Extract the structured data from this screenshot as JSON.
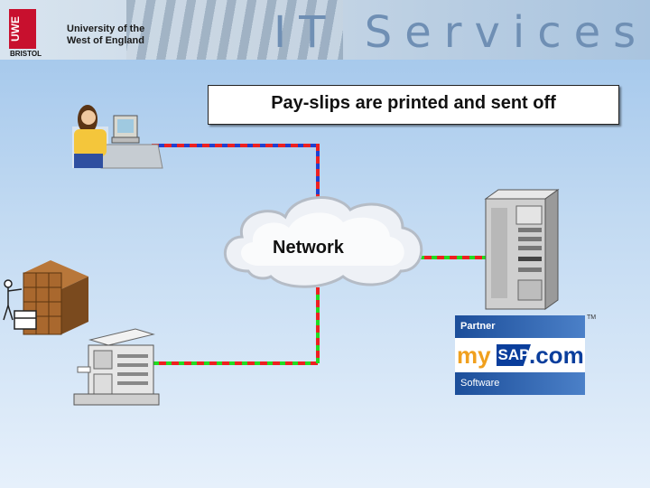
{
  "header": {
    "logo_text": "UWE",
    "logo_city": "BRISTOL",
    "university_line1": "University of the",
    "university_line2": "West of England",
    "title": "IT Services"
  },
  "caption": "Pay-slips are printed and sent off",
  "network_label": "Network",
  "sap_logo": {
    "top_band": "Partner",
    "my": "my",
    "sap": "SAP",
    "com": ".com",
    "bottom_band": "Software",
    "trademark": "TM"
  },
  "colors": {
    "cable_red": "#ee2020",
    "cable_blue": "#2040d0",
    "cable_green": "#20dd20",
    "header_title": "#6f8fb4",
    "logo_red": "#c8102e",
    "sap_blue": "#0a3e9c",
    "sap_orange": "#f0a01e"
  },
  "icons": [
    "clerk-at-computer-icon",
    "server-tower-icon",
    "network-cloud-icon",
    "pigeonhole-shelves-icon",
    "person-sorting-mail-icon",
    "printer-copier-icon"
  ]
}
